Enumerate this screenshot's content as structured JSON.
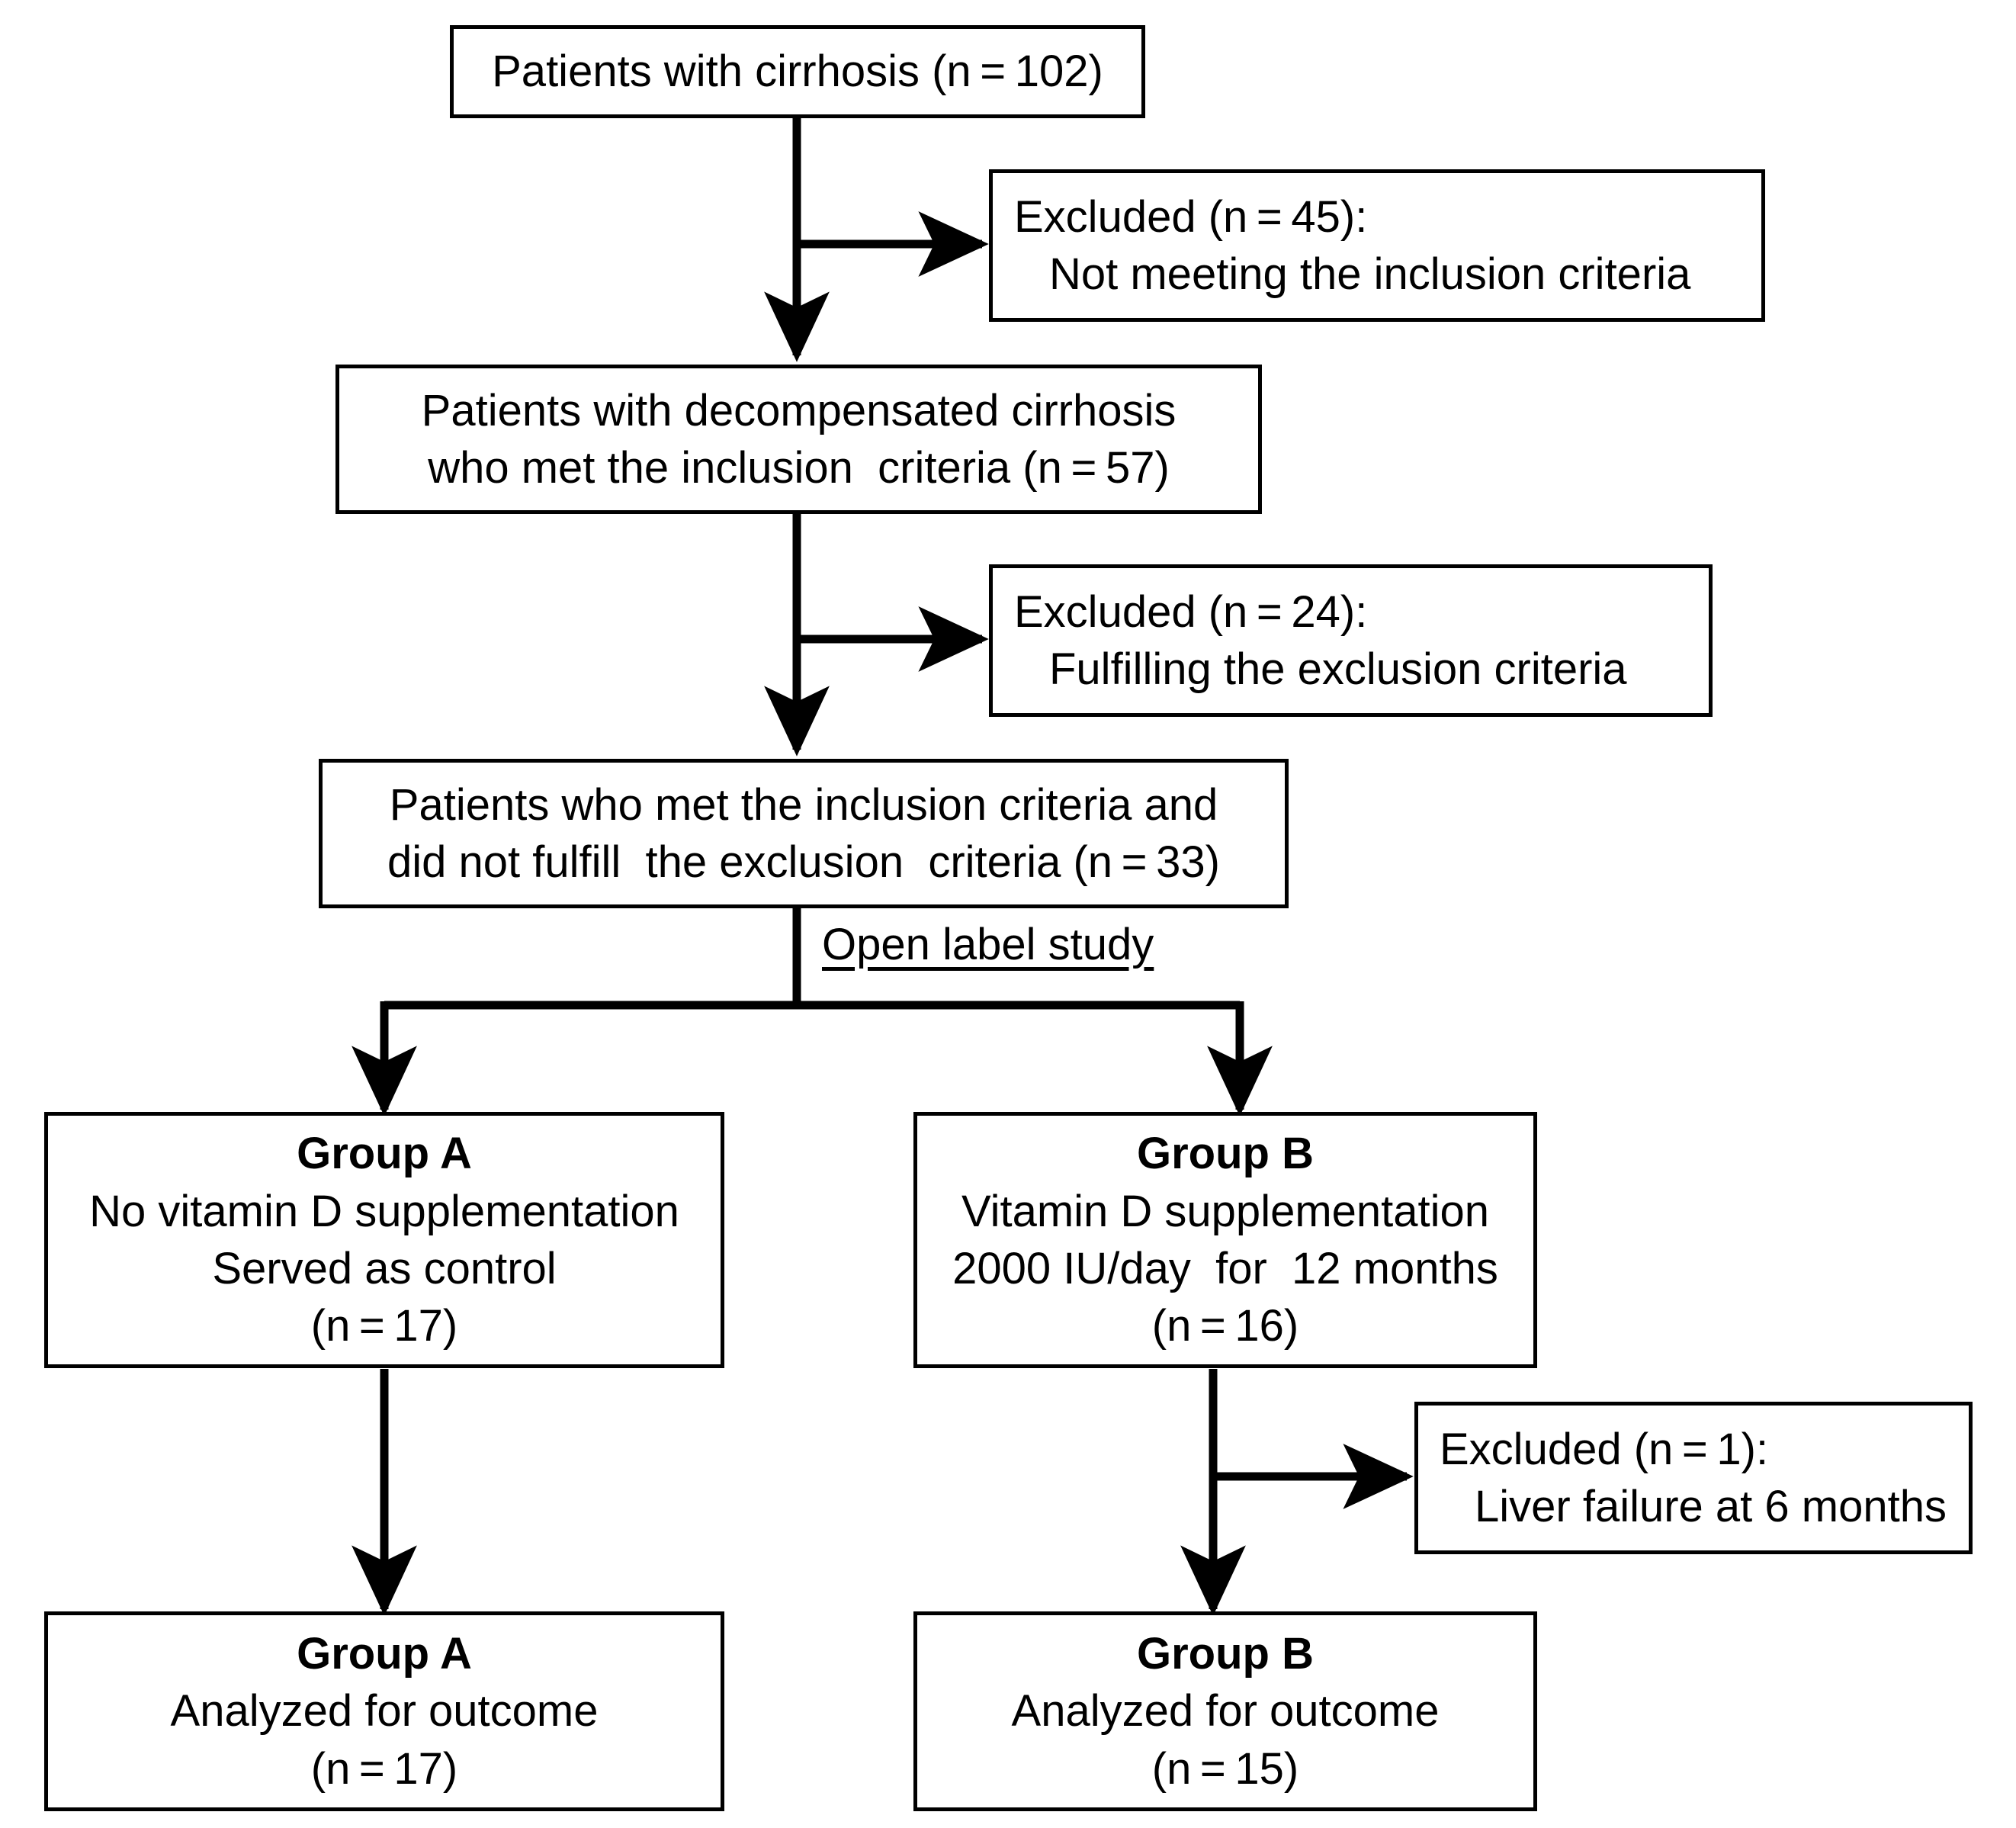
{
  "diagram": {
    "title": "CONSORT-style patient flow diagram",
    "type": "flowchart",
    "colors": {
      "stroke": "#000000",
      "fill": "#ffffff",
      "text": "#000000"
    },
    "annotation": {
      "open_label": "Open label study"
    },
    "nodes": {
      "enrolled": {
        "id": "enrolled",
        "lines": [
          "Patients with cirrhosis (n = 102)"
        ],
        "n": 102
      },
      "excluded_inclusion": {
        "id": "excluded_inclusion",
        "lines": [
          "Excluded (n = 45):",
          "Not meeting the inclusion criteria"
        ],
        "n": 45
      },
      "met_inclusion": {
        "id": "met_inclusion",
        "lines": [
          "Patients with decompensated cirrhosis",
          "who met the inclusion  criteria (n = 57)"
        ],
        "n": 57
      },
      "excluded_exclusion": {
        "id": "excluded_exclusion",
        "lines": [
          "Excluded (n = 24):",
          "Fulfilling the exclusion criteria"
        ],
        "n": 24
      },
      "eligible": {
        "id": "eligible",
        "lines": [
          "Patients who met the inclusion criteria and",
          "did not fulfill  the exclusion  criteria (n = 33)"
        ],
        "n": 33
      },
      "group_a_alloc": {
        "id": "group_a_alloc",
        "heading": "Group A",
        "lines": [
          "No vitamin D supplementation",
          "Served as control",
          "(n = 17)"
        ],
        "n": 17
      },
      "group_b_alloc": {
        "id": "group_b_alloc",
        "heading": "Group B",
        "lines": [
          "Vitamin D supplementation",
          "2000 IU/day  for  12 months",
          "(n = 16)"
        ],
        "n": 16
      },
      "excluded_liver_failure": {
        "id": "excluded_liver_failure",
        "lines": [
          "Excluded (n = 1):",
          "Liver failure at 6 months"
        ],
        "n": 1
      },
      "group_a_analyzed": {
        "id": "group_a_analyzed",
        "heading": "Group A",
        "lines": [
          "Analyzed for outcome",
          "(n = 17)"
        ],
        "n": 17
      },
      "group_b_analyzed": {
        "id": "group_b_analyzed",
        "heading": "Group B",
        "lines": [
          "Analyzed for outcome",
          "(n = 15)"
        ],
        "n": 15
      }
    },
    "edges": [
      {
        "from": "enrolled",
        "to": "excluded_inclusion",
        "kind": "branch-right"
      },
      {
        "from": "enrolled",
        "to": "met_inclusion",
        "kind": "down"
      },
      {
        "from": "met_inclusion",
        "to": "excluded_exclusion",
        "kind": "branch-right"
      },
      {
        "from": "met_inclusion",
        "to": "eligible",
        "kind": "down"
      },
      {
        "from": "eligible",
        "to": "group_a_alloc",
        "kind": "split-left"
      },
      {
        "from": "eligible",
        "to": "group_b_alloc",
        "kind": "split-right"
      },
      {
        "from": "group_b_alloc",
        "to": "excluded_liver_failure",
        "kind": "branch-right"
      },
      {
        "from": "group_a_alloc",
        "to": "group_a_analyzed",
        "kind": "down"
      },
      {
        "from": "group_b_alloc",
        "to": "group_b_analyzed",
        "kind": "down"
      }
    ]
  }
}
